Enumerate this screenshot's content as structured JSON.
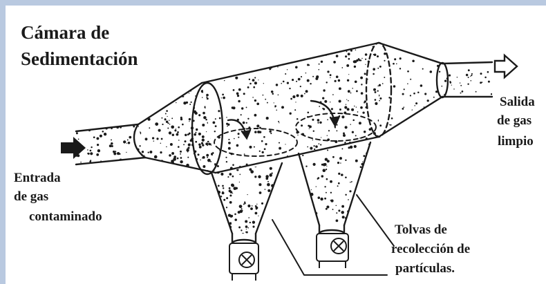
{
  "title": {
    "line1": "Cámara de",
    "line2": "Sedimentación"
  },
  "inlet_label": {
    "line1": "Entrada",
    "line2": "de gas",
    "line3": "contaminado"
  },
  "outlet_label": {
    "line1": "Salida",
    "line2": "de gas",
    "line3": "limpio"
  },
  "hopper_label": {
    "line1": "Tolvas de",
    "line2": "recolección de",
    "line3": "partículas."
  },
  "icons": [
    "inlet-arrow-icon",
    "outlet-arrow-icon",
    "flow-arrow-icon",
    "valve-icon"
  ],
  "colors": {
    "ink": "#1a1a1a",
    "border": "#b9c9e0",
    "background": "#ffffff"
  }
}
